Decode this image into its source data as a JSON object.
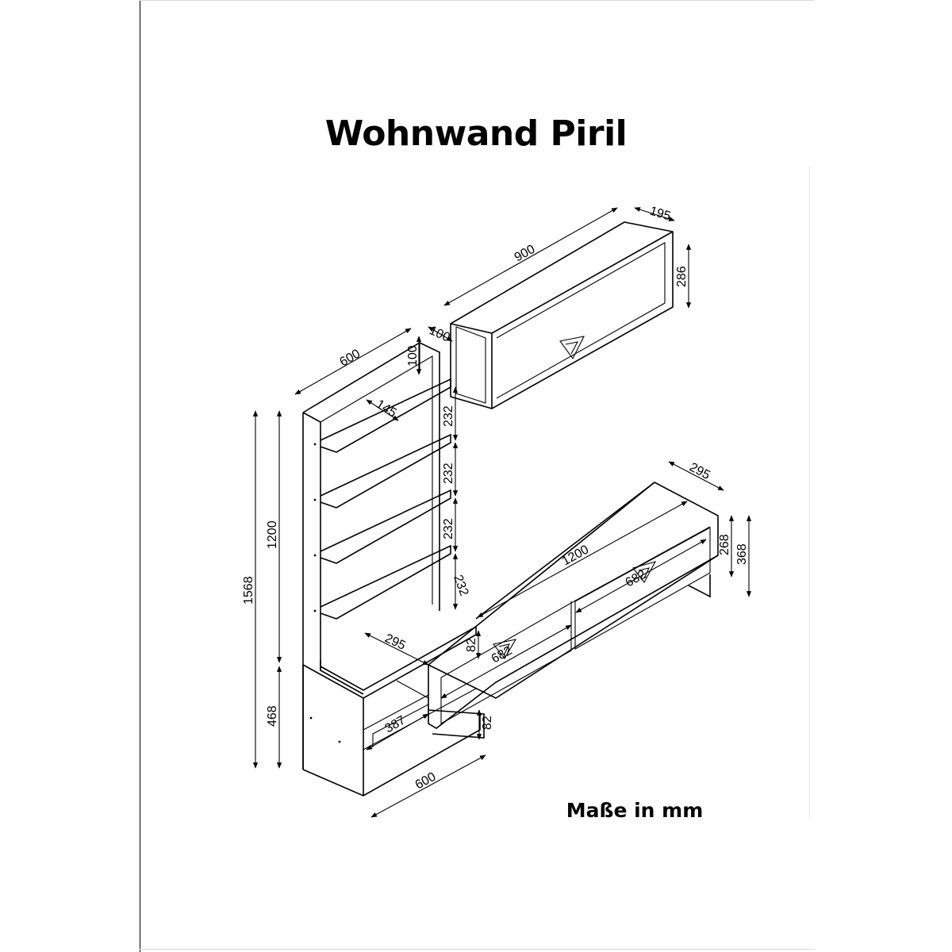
{
  "title": "Wohnwand Piril",
  "units_note": "Maße in mm",
  "dimensions": {
    "wall_cabinet_width": "900",
    "wall_cabinet_depth": "195",
    "wall_cabinet_height": "286",
    "shelf_top_offset": "100",
    "shelf_top_gap": "100",
    "shelf_width_top": "600",
    "shelf_depth": "145",
    "shelf_spacing_1": "232",
    "shelf_spacing_2": "232",
    "shelf_spacing_3": "232",
    "shelf_spacing_4": "232",
    "shelf_tower_height": "1200",
    "total_height": "1568",
    "base_height": "468",
    "base_depth": "295",
    "base_inner_width": "387",
    "base_width": "600",
    "tv_board_width": "1200",
    "tv_board_depth": "295",
    "tv_board_height_body": "268",
    "tv_board_height_total": "368",
    "drawer_width_right": "682",
    "drawer_width_left": "682",
    "drawer_height": "82",
    "leg_height": "82"
  },
  "colors": {
    "line": "#000000",
    "background": "#ffffff"
  }
}
